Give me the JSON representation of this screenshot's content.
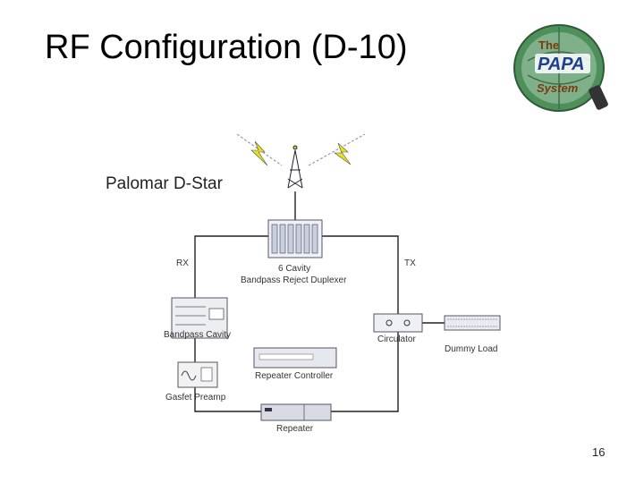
{
  "slide": {
    "title": "RF Configuration (D-10)",
    "page_number": "16"
  },
  "logo": {
    "text_top": "The",
    "text_main": "PAPA",
    "text_bottom": "System"
  },
  "diagram": {
    "subtitle": "Palomar D-Star",
    "labels": {
      "rx": "RX",
      "tx": "TX",
      "duplexer_line1": "6 Cavity",
      "duplexer_line2": "Bandpass Reject Duplexer",
      "bandpass": "Bandpass Cavity",
      "preamp": "Gasfet Preamp",
      "controller": "Repeater Controller",
      "circulator": "Circulator",
      "dummy_load": "Dummy Load",
      "repeater": "Repeater"
    }
  }
}
